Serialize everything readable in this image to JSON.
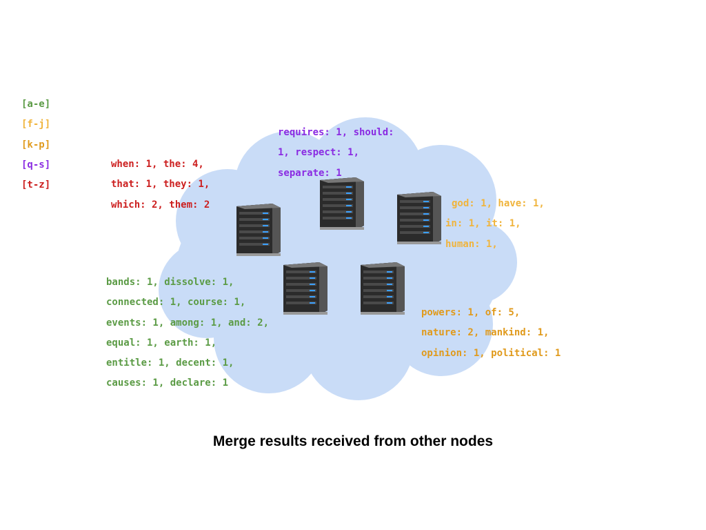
{
  "legend": [
    {
      "label": "[a-e]",
      "color": "#5b9b45"
    },
    {
      "label": "[f-j]",
      "color": "#f0b43c"
    },
    {
      "label": "[k-p]",
      "color": "#e09a1c"
    },
    {
      "label": "[q-s]",
      "color": "#8a2be2"
    },
    {
      "label": "[t-z]",
      "color": "#cc1f1f"
    }
  ],
  "groups": {
    "tz": {
      "color": "#cc1f1f",
      "lines": [
        "when: 1, the: 4,",
        "that: 1, they: 1,",
        "which: 2, them: 2"
      ]
    },
    "qs": {
      "color": "#8a2be2",
      "lines": [
        "requires: 1, should:",
        "1, respect: 1,",
        "separate: 1"
      ]
    },
    "fj": {
      "color": "#f0b43c",
      "lines": [
        "god: 1, have: 1,",
        "in: 1, it: 1,",
        "human: 1,"
      ]
    },
    "ae": {
      "color": "#5b9b45",
      "lines": [
        "bands: 1, dissolve: 1,",
        "connected: 1, course: 1,",
        "events: 1, among: 1, and: 2,",
        "equal: 1, earth: 1,",
        "entitle: 1, decent: 1,",
        "causes: 1, declare: 1"
      ]
    },
    "kp": {
      "color": "#e09a1c",
      "lines": [
        "powers: 1, of: 5,",
        "nature: 2, mankind: 1,",
        "opinion: 1, political: 1"
      ]
    }
  },
  "caption": "Merge results received from other nodes",
  "colors": {
    "cloud": "#c9dcf7",
    "server_body": "#2b2b2b",
    "server_led": "#3aa0ff"
  }
}
